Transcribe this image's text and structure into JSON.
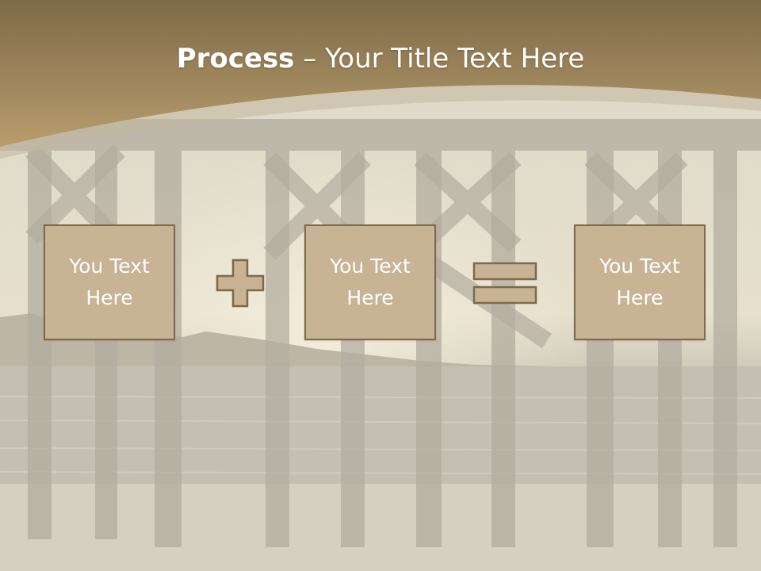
{
  "slide": {
    "title_bold": "Process",
    "title_rest": " – Your Title Text Here",
    "boxes": [
      {
        "label": "You Text Here"
      },
      {
        "label": "You Text Here"
      },
      {
        "label": "You Text Here"
      }
    ],
    "operators": [
      "plus-icon",
      "equals-icon"
    ]
  },
  "colors": {
    "header": "#9c8457",
    "box_fill": "#c8b394",
    "box_border": "#7d6a4c",
    "background": "#cfcbbf",
    "text": "#ffffff"
  }
}
